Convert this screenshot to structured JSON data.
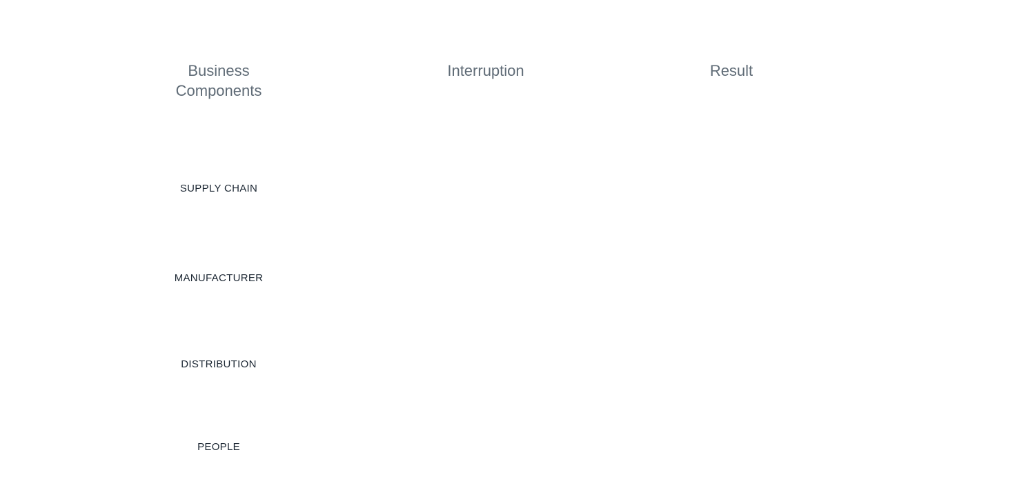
{
  "headings": {
    "business_components": "Business\nComponents",
    "interruption": "Interruption",
    "result": "Result"
  },
  "components": [
    {
      "label": "SUPPLY CHAIN",
      "icon": "chain-link-icon"
    },
    {
      "label": "MANUFACTURER",
      "icon": "factory-icon"
    },
    {
      "label": "DISTRIBUTION",
      "icon": "delivery-truck-clock-icon"
    },
    {
      "label": "PEOPLE",
      "icon": "people-group-icon"
    }
  ],
  "nodes": {
    "disruption": {
      "icon": "lightning-bolt-icon"
    },
    "success": {
      "icon": "thumbs-up-icon"
    },
    "interruption_arrow": {
      "icon": "down-arrow-icon"
    }
  },
  "colors": {
    "blue": "#3aa6d6",
    "red": "#c8163e",
    "heading_gray": "#5f6b76",
    "label_dark": "#1c2733",
    "band_gray": "#f1f1f2",
    "frame_gray": "#6d7680"
  }
}
